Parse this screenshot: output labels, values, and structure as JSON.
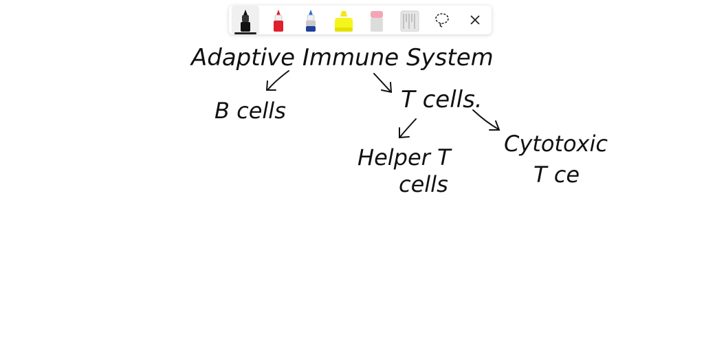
{
  "toolbar": {
    "tools": [
      {
        "name": "black-pen",
        "color": "#111111",
        "selected": true
      },
      {
        "name": "red-pen",
        "color": "#e0202e"
      },
      {
        "name": "blue-pen",
        "color": "#2a6bd6"
      },
      {
        "name": "yellow-highlighter",
        "color": "#f5f51e"
      },
      {
        "name": "eraser",
        "color": "#f4a6b6"
      },
      {
        "name": "ruler",
        "color": "#d9d9d9"
      },
      {
        "name": "lasso-select",
        "icon": "lasso-icon"
      },
      {
        "name": "close",
        "icon": "close-icon"
      }
    ]
  },
  "diagram": {
    "root": "Adaptive Immune System",
    "b_cells": "B cells",
    "t_cells": "T cells.",
    "helper_line1": "Helper T",
    "helper_line2": "cells",
    "cytotoxic_line1": "Cytotoxic",
    "cytotoxic_line2": "T ce"
  }
}
